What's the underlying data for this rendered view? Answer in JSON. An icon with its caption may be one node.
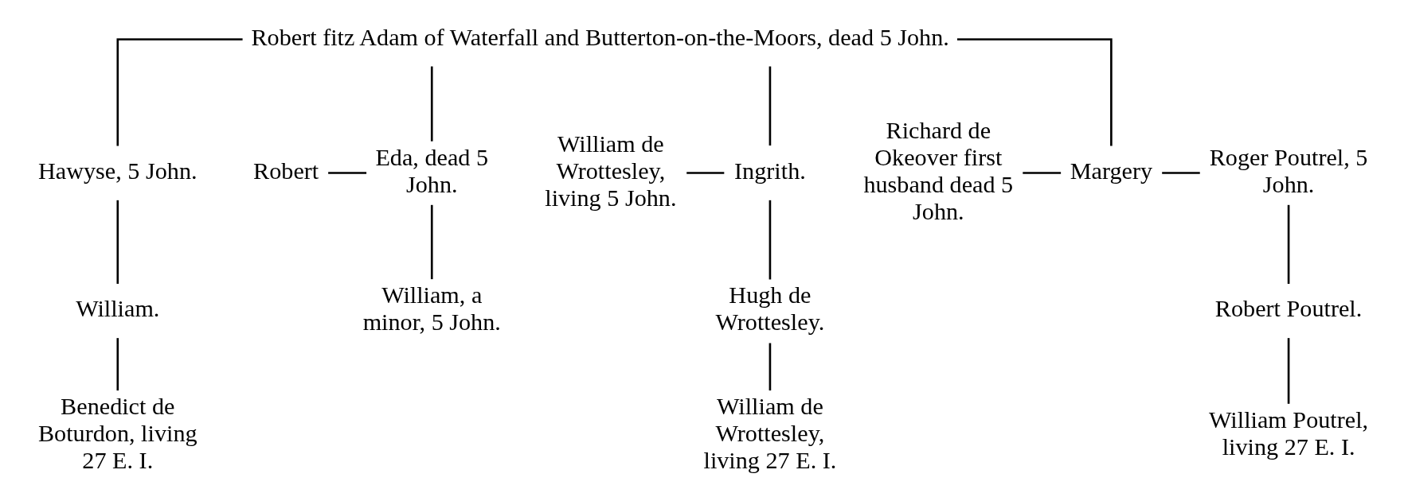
{
  "diagram": {
    "nodes": [
      {
        "text": [
          "Robert fitz Adam of Waterfall and Butterton-on-the-Moors, dead 5 John."
        ]
      },
      {
        "text": [
          "Robert"
        ]
      },
      {
        "text": [
          "Eda, dead 5 John."
        ]
      },
      {
        "text": [
          "William, a minor, 5 John."
        ]
      },
      {
        "text": [
          "William de Wrottesley, living 5 John."
        ]
      },
      {
        "text": [
          "Ingrith."
        ]
      },
      {
        "text": [
          "Hugh de Wrottesley."
        ]
      },
      {
        "text": [
          "William de Wrottesley, living 27 E. I."
        ]
      },
      {
        "text": [
          "Richard de Okeover first husband dead 5 John."
        ]
      },
      {
        "text": [
          "Margery"
        ]
      },
      {
        "text": [
          "Roger Poutrel, 5 John."
        ]
      },
      {
        "text": [
          "Robert Poutrel."
        ]
      },
      {
        "text": [
          "William Poutrel, living 27 E. I."
        ]
      },
      {
        "text": [
          "Hawyse, 5 John."
        ]
      },
      {
        "text": [
          "William."
        ]
      },
      {
        "text": [
          "Benedict de Boturdon, living 27 E. I."
        ]
      }
    ],
    "edges": [
      {
        "from": 0,
        "to": 2,
        "arrow": "none"
      },
      {
        "from": 0,
        "to": 5,
        "arrow": "none"
      },
      {
        "from": 0,
        "to": 9,
        "arrow": "none"
      },
      {
        "from": 0,
        "to": 13,
        "arrow": "none"
      },
      {
        "from": 1,
        "to": 2,
        "arrow": "none"
      },
      {
        "from": 2,
        "to": 3,
        "arrow": "none"
      },
      {
        "from": 4,
        "to": 5,
        "arrow": "none"
      },
      {
        "from": 5,
        "to": 6,
        "arrow": "none"
      },
      {
        "from": 6,
        "to": 7,
        "arrow": "none"
      },
      {
        "from": 8,
        "to": 9,
        "arrow": "none"
      },
      {
        "from": 9,
        "to": 10,
        "arrow": "none"
      },
      {
        "from": 10,
        "to": 11,
        "arrow": "none"
      },
      {
        "from": 11,
        "to": 12,
        "arrow": "none"
      },
      {
        "from": 13,
        "to": 14,
        "arrow": "none"
      },
      {
        "from": 14,
        "to": 15,
        "arrow": "none"
      }
    ]
  }
}
